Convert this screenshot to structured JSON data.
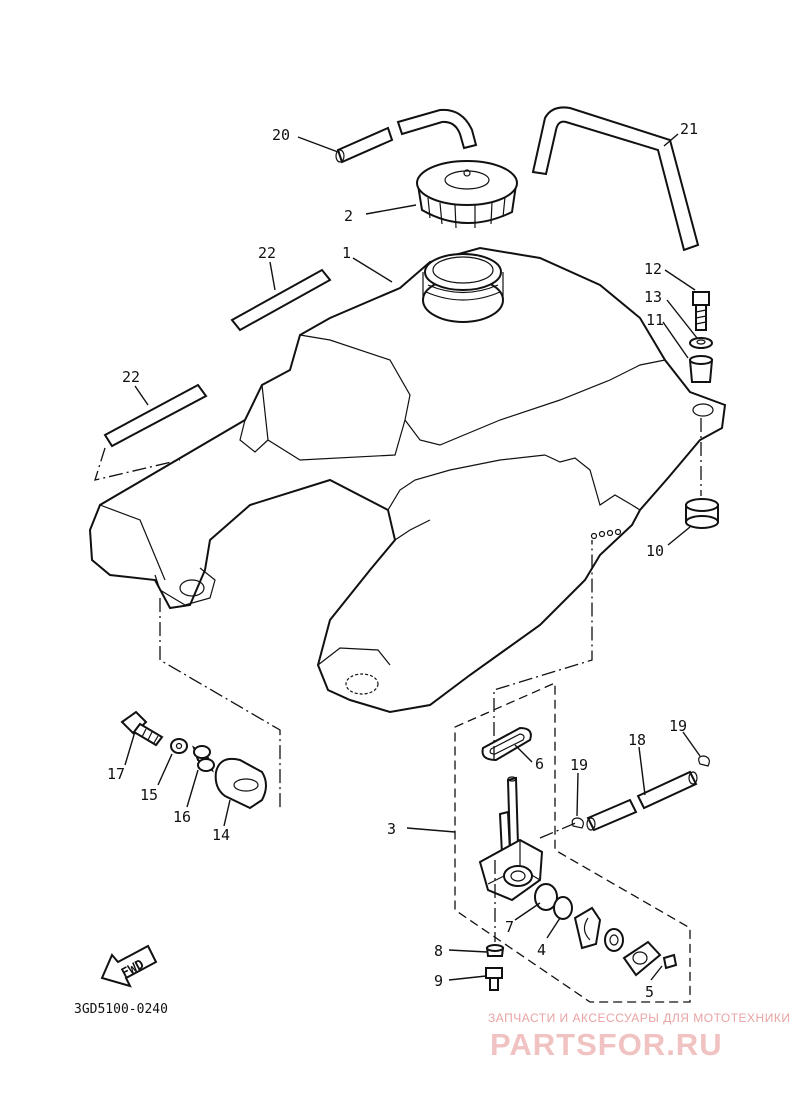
{
  "diagram": {
    "drawing_code": "3GD5100-0240",
    "fwd_label": "FWD",
    "callouts": [
      {
        "id": "c1",
        "text": "1"
      },
      {
        "id": "c2",
        "text": "2"
      },
      {
        "id": "c3",
        "text": "3"
      },
      {
        "id": "c4",
        "text": "4"
      },
      {
        "id": "c5",
        "text": "5"
      },
      {
        "id": "c6",
        "text": "6"
      },
      {
        "id": "c7",
        "text": "7"
      },
      {
        "id": "c8",
        "text": "8"
      },
      {
        "id": "c9",
        "text": "9"
      },
      {
        "id": "c10",
        "text": "10"
      },
      {
        "id": "c11",
        "text": "11"
      },
      {
        "id": "c12",
        "text": "12"
      },
      {
        "id": "c13",
        "text": "13"
      },
      {
        "id": "c14",
        "text": "14"
      },
      {
        "id": "c15",
        "text": "15"
      },
      {
        "id": "c16",
        "text": "16"
      },
      {
        "id": "c17",
        "text": "17"
      },
      {
        "id": "c18",
        "text": "18"
      },
      {
        "id": "c19a",
        "text": "19"
      },
      {
        "id": "c19b",
        "text": "19"
      },
      {
        "id": "c20",
        "text": "20"
      },
      {
        "id": "c21",
        "text": "21"
      },
      {
        "id": "c22a",
        "text": "22"
      },
      {
        "id": "c22b",
        "text": "22"
      }
    ]
  },
  "watermark": {
    "tagline": "ЗАПЧАСТИ И АКСЕССУАРЫ ДЛЯ МОТОТЕХНИКИ",
    "brand": "PARTSFOR.RU"
  }
}
